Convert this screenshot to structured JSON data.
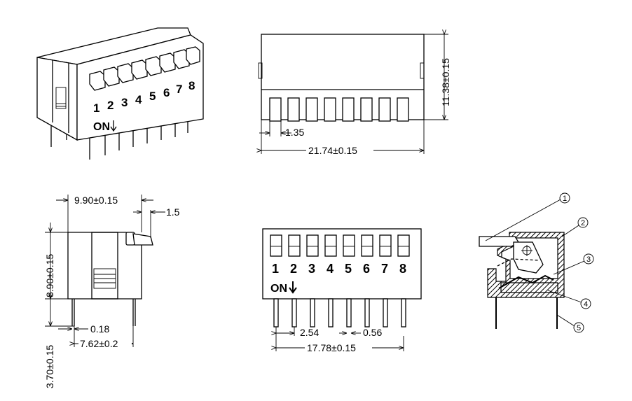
{
  "iso_view": {
    "switch_numbers": [
      "1",
      "2",
      "3",
      "4",
      "5",
      "6",
      "7",
      "8"
    ],
    "on_label": "ON"
  },
  "top_view": {
    "height_dim": "11.38±0.15",
    "pitch_dim": "1.35",
    "width_dim": "21.74±0.15"
  },
  "side_view": {
    "width_dim": "9.90±0.15",
    "lever_dim": "1.5",
    "height_dim": "8.90±0.15",
    "pin_length_dim": "3.70±0.15",
    "pin_thickness_dim": "0.18",
    "row_spacing_dim": "7.62±0.2"
  },
  "front_view": {
    "switch_numbers": [
      "1",
      "2",
      "3",
      "4",
      "5",
      "6",
      "7",
      "8"
    ],
    "on_label": "ON",
    "pin_pitch_dim": "2.54",
    "pin_width_dim": "0.56",
    "span_dim": "17.78±0.15"
  },
  "section_view": {
    "callouts": [
      "1",
      "2",
      "3",
      "4",
      "5"
    ]
  }
}
